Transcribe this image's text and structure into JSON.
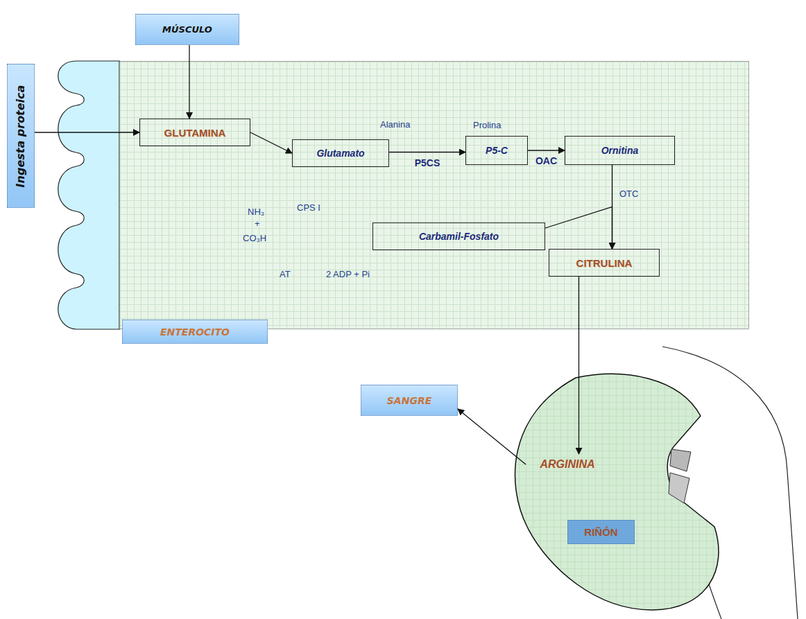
{
  "diagram": {
    "nodes": [
      {
        "text": [
          "ENTEROCITO"
        ]
      },
      {
        "text": [
          "MÚSCULO"
        ]
      },
      {
        "text": [
          "Ingesta proteica"
        ]
      },
      {
        "text": [
          "GLUTAMINA"
        ],
        "in": 0
      },
      {
        "text": [
          "Glutamato"
        ],
        "in": 0
      },
      {
        "text": [
          "P5-C"
        ],
        "in": 0
      },
      {
        "text": [
          "Ornitina"
        ],
        "in": 0
      },
      {
        "text": [
          "Carbamil-Fosfato"
        ],
        "in": 0
      },
      {
        "text": [
          "CITRULINA"
        ],
        "in": 0
      },
      {
        "text": [
          "SANGRE"
        ]
      },
      {
        "text": [
          "RIÑÓN"
        ]
      },
      {
        "text": [
          "ARGININA"
        ],
        "in": 10
      }
    ],
    "edges": [
      {
        "from": 1,
        "to": 3,
        "arrow": "to"
      },
      {
        "from": 2,
        "to": 3,
        "arrow": "to"
      },
      {
        "from": 3,
        "to": 4,
        "arrow": "to"
      },
      {
        "from": 4,
        "to": 5,
        "label": "P5CS",
        "arrow": "to"
      },
      {
        "from": 5,
        "to": 6,
        "label": "OAC",
        "arrow": "to"
      },
      {
        "from": 6,
        "to": 8,
        "arrow": "to"
      },
      {
        "from": 7,
        "to": 8,
        "arrow": "to"
      },
      {
        "from": 8,
        "to": 11,
        "arrow": "to"
      },
      {
        "from": 11,
        "to": 9,
        "arrow": "to"
      }
    ],
    "labels": [
      "Alanina",
      "Prolina",
      "NH₃",
      "+",
      "CO₃H",
      "CPS I",
      "AT",
      "2 ADP + Pi",
      "OTC"
    ]
  }
}
